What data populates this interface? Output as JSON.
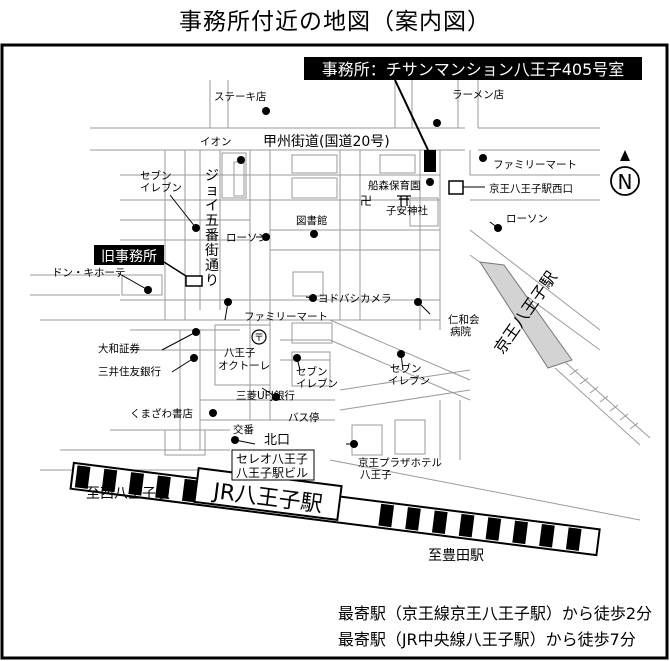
{
  "title": "事務所付近の地図（案内図）",
  "office_label": "事務所：チサンマンション八王子405号室",
  "old_office_label": "旧事務所",
  "north_symbol": "N",
  "roads": {
    "koshu_kaido": "甲州街道(国道20号)",
    "joi_gobangai": [
      "ジ",
      "ョ",
      "イ",
      "五",
      "番",
      "街",
      "通",
      "り"
    ]
  },
  "stations": {
    "jr_hachioji": "JR八王子駅",
    "keio_hachioji": [
      "京",
      "王",
      "八",
      "王",
      "子",
      "駅"
    ],
    "keio_west_exit": "京王八王子駅西口",
    "kita_guchi": "北口",
    "to_nishi_hachioji": "至西八王子駅",
    "to_toyoda": "至豊田駅"
  },
  "landmarks": {
    "steak": "ステーキ店",
    "ramen": "ラーメン店",
    "aeon": "イオン",
    "familymart_ne": "ファミリーマート",
    "funakoshi": "船森保育園",
    "koyasu": "子安神社",
    "seven_nw": [
      "セブン",
      "イレブン"
    ],
    "library": "図書館",
    "lawson_c": "ローソン",
    "lawson_e": "ローソン",
    "donki": "ドン・キホーテ",
    "familymart_c": "ファミリーマート",
    "yodobashi": "ヨドバシカメラ",
    "jinwakai": [
      "仁和会",
      "病院"
    ],
    "daiwa": "大和証券",
    "mitsui": "三井住友銀行",
    "octore": [
      "八王子",
      "オクトーレ"
    ],
    "seven_c": [
      "セブン",
      "イレブン"
    ],
    "seven_se": [
      "セブン",
      "イレブン"
    ],
    "mufj": "三菱UFJ銀行",
    "bus_stop": "バス停",
    "kumazawa": "くまざわ書店",
    "koban": "交番",
    "celeo": [
      "セレオ八王子",
      "八王子駅ビル"
    ],
    "keio_plaza": [
      "京王プラザホテル",
      "八王子"
    ]
  },
  "access": [
    "最寄駅（京王線京王八王子駅）から徒歩2分",
    "最寄駅（JR中央線八王子駅）から徒歩7分"
  ]
}
